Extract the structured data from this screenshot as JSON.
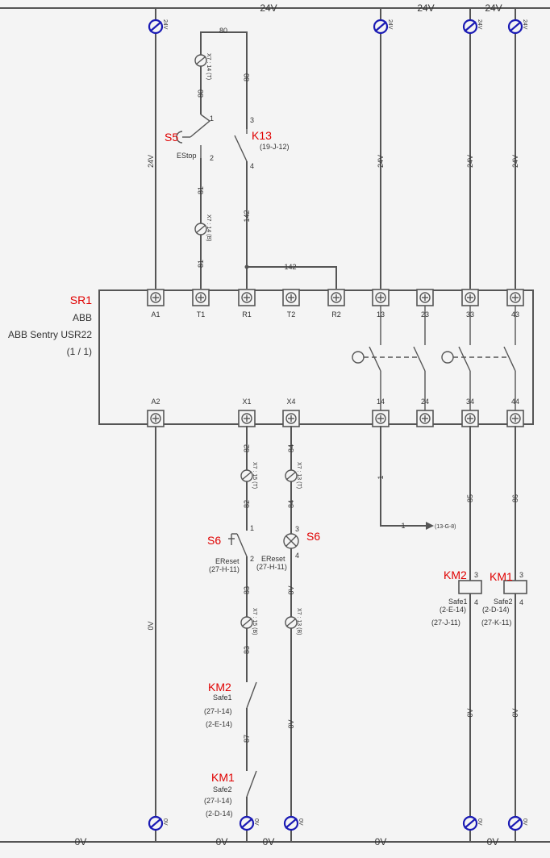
{
  "colors": {
    "wire": "#555555",
    "terminal": "#1a1ab4",
    "designator": "#e00000",
    "background": "#f4f4f4"
  },
  "rails": {
    "top_voltage": "24V",
    "bottom_voltage": "0V"
  },
  "relay": {
    "designator": "SR1",
    "maker": "ABB",
    "model": "ABB Sentry USR22",
    "sheet": "(1 / 1)",
    "top_terminals": [
      "A1",
      "T1",
      "R1",
      "T2",
      "R2",
      "13",
      "23",
      "33",
      "43"
    ],
    "bottom_terminals": [
      "A2",
      "X1",
      "X4",
      "14",
      "24",
      "34",
      "44"
    ]
  },
  "wires": {
    "w80": "80",
    "w81": "81",
    "w142": "142",
    "w82": "82",
    "w84": "84",
    "w83": "83",
    "w87": "87",
    "w0v": "0V",
    "w85": "85",
    "w86": "86",
    "w1": "1",
    "w24v": "24V"
  },
  "connectors": {
    "x7_14_t": "X7 : 14 (T)",
    "x7_14_b": "X7 : 14 (B)",
    "x7_15_t": "X7 : 15 (T)",
    "x7_15_b": "X7 : 15 (B)",
    "x7_13_t": "X7 : 13 (T)",
    "x7_13_b": "X7 : 13 (B)"
  },
  "terminal_icon_labels": {
    "v24": "24V",
    "v0": "0V"
  },
  "devices": {
    "s5": {
      "name": "S5",
      "desc": "EStop",
      "pin1": "1",
      "pin2": "2"
    },
    "k13": {
      "name": "K13",
      "ref": "(19-J-12)",
      "pin3": "3",
      "pin4": "4"
    },
    "s6_button": {
      "name": "S6",
      "desc": "EReset",
      "ref": "(27-H-11)",
      "pin1": "1",
      "pin2": "2"
    },
    "s6_lamp": {
      "name": "S6",
      "desc": "EReset",
      "ref": "(27-H-11)",
      "pin3": "3",
      "pin4": "4"
    },
    "km2_contact": {
      "name": "KM2",
      "desc": "Safe1",
      "ref1": "(27-I-14)",
      "ref2": "(2-E-14)"
    },
    "km1_contact": {
      "name": "KM1",
      "desc": "Safe2",
      "ref1": "(27-I-14)",
      "ref2": "(2-D-14)"
    },
    "km2_coil": {
      "name": "KM2",
      "desc": "Safe1",
      "ref1": "(2-E-14)",
      "ref2": "(27-J-11)",
      "pin3": "3",
      "pin4": "4"
    },
    "km1_coil": {
      "name": "KM1",
      "desc": "Safe2",
      "ref1": "(2-D-14)",
      "ref2": "(27-K-11)",
      "pin3": "3",
      "pin4": "4"
    }
  },
  "arrow_ref": "(13-G-8)"
}
